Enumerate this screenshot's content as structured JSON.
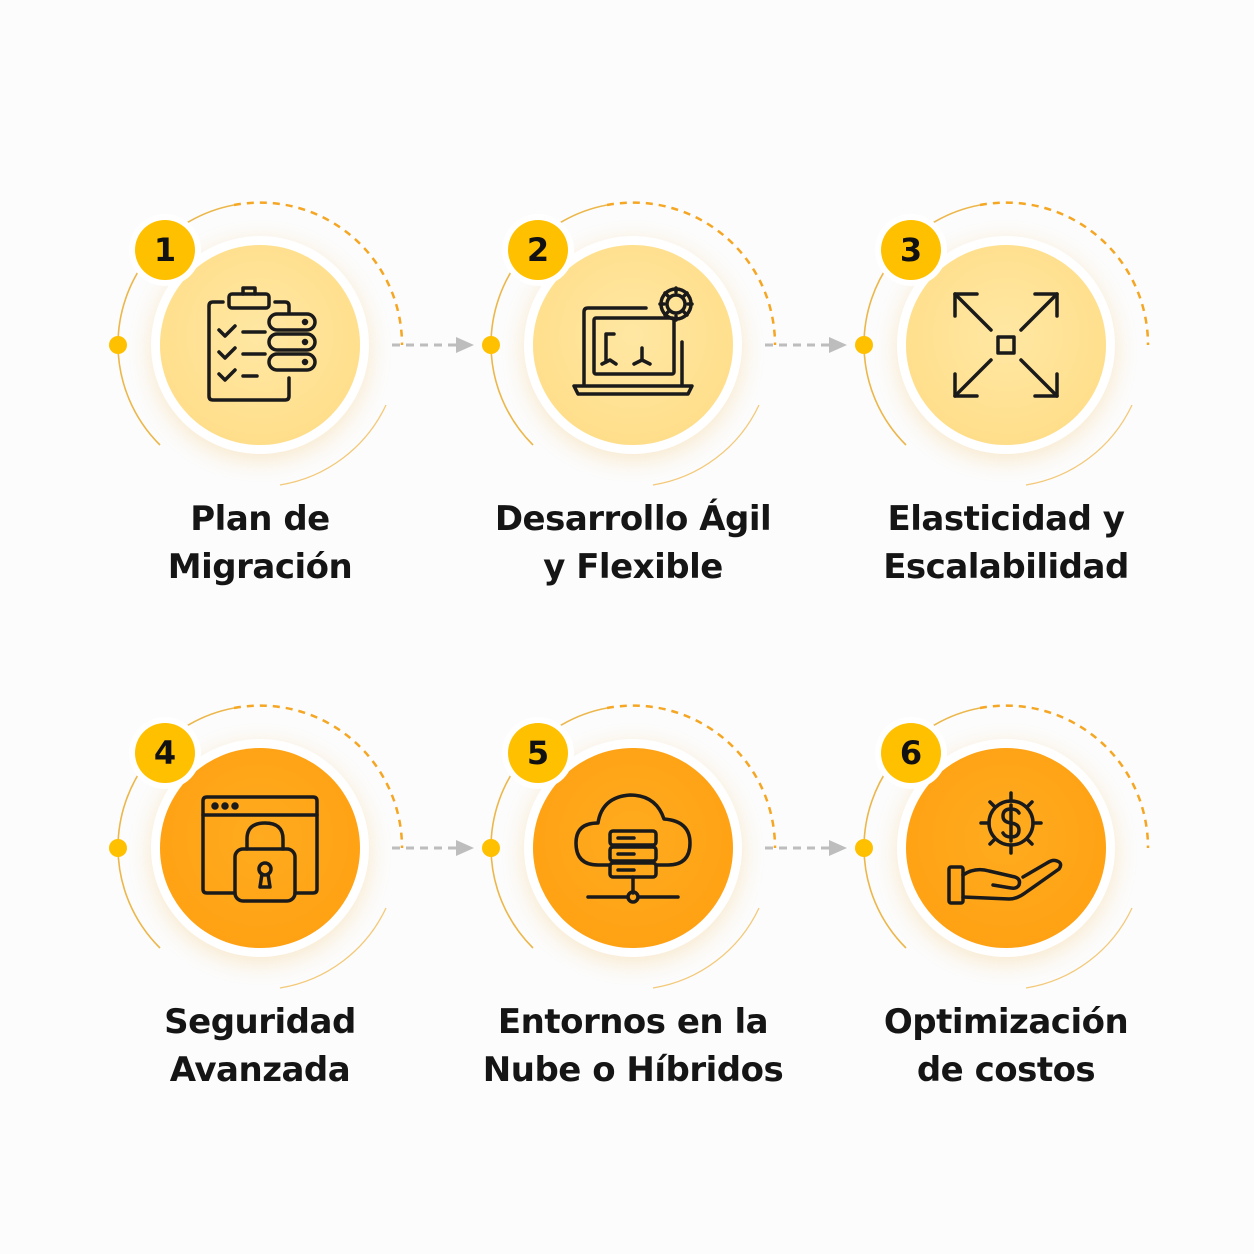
{
  "colors": {
    "badge": "#ffc000",
    "disc_light": "#ffdf8c",
    "disc_dark": "#ffa214",
    "dashed_ring": "#f5a623",
    "connector": "#bdbdbd",
    "icon_stroke": "#1a1a1a"
  },
  "steps": [
    {
      "number": "1",
      "label_line1": "Plan de",
      "label_line2": "Migración",
      "icon": "clipboard-checklist-database-icon"
    },
    {
      "number": "2",
      "label_line1": "Desarrollo Ágil",
      "label_line2": "y Flexible",
      "icon": "laptop-gear-icon"
    },
    {
      "number": "3",
      "label_line1": "Elasticidad y",
      "label_line2": "Escalabilidad",
      "icon": "expand-arrows-icon"
    },
    {
      "number": "4",
      "label_line1": "Seguridad",
      "label_line2": "Avanzada",
      "icon": "browser-padlock-icon"
    },
    {
      "number": "5",
      "label_line1": "Entornos en la",
      "label_line2": "Nube o Híbridos",
      "icon": "cloud-server-icon"
    },
    {
      "number": "6",
      "label_line1": "Optimización",
      "label_line2": "de costos",
      "icon": "hand-gear-dollar-icon"
    }
  ]
}
